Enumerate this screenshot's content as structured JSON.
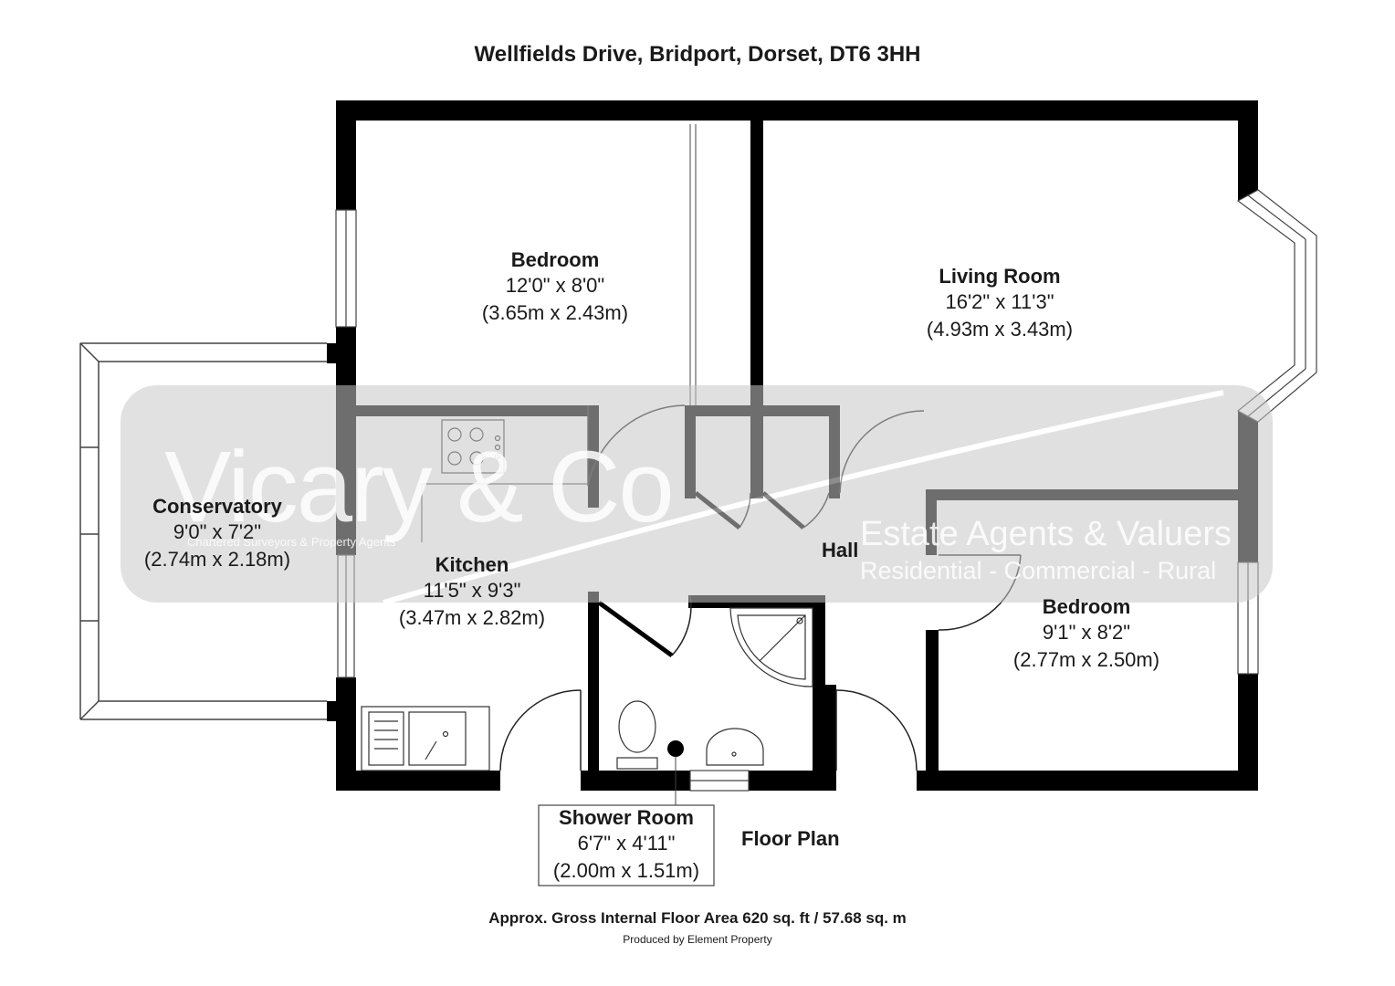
{
  "title": "Wellfields Drive, Bridport, Dorset, DT6 3HH",
  "rooms": {
    "bedroom1": {
      "name": "Bedroom",
      "imperial": "12'0\" x 8'0\"",
      "metric": "(3.65m x 2.43m)"
    },
    "living": {
      "name": "Living Room",
      "imperial": "16'2\" x 11'3\"",
      "metric": "(4.93m x 3.43m)"
    },
    "conservatory": {
      "name": "Conservatory",
      "imperial": "9'0\" x 7'2\"",
      "metric": "(2.74m x 2.18m)"
    },
    "kitchen": {
      "name": "Kitchen",
      "imperial": "11'5\" x 9'3\"",
      "metric": "(3.47m x 2.82m)"
    },
    "hall": {
      "name": "Hall"
    },
    "bedroom2": {
      "name": "Bedroom",
      "imperial": "9'1\" x 8'2\"",
      "metric": "(2.77m x 2.50m)"
    },
    "shower": {
      "name": "Shower Room",
      "imperial": "6'7\" x 4'11\"",
      "metric": "(2.00m x 1.51m)"
    }
  },
  "floor_label": "Floor Plan",
  "area": "Approx. Gross Internal Floor Area 620 sq. ft / 57.68 sq. m",
  "credit": "Produced by Element Property",
  "watermark": {
    "brand": "Vicary & Co",
    "tagline": "Chartered Surveyors & Property Agents",
    "line1": "Estate Agents & Valuers",
    "line2": "Residential - Commercial - Rural"
  },
  "colors": {
    "wall": "#000000",
    "watermark_band": "#d9d9d9",
    "window": "#ffffff"
  }
}
